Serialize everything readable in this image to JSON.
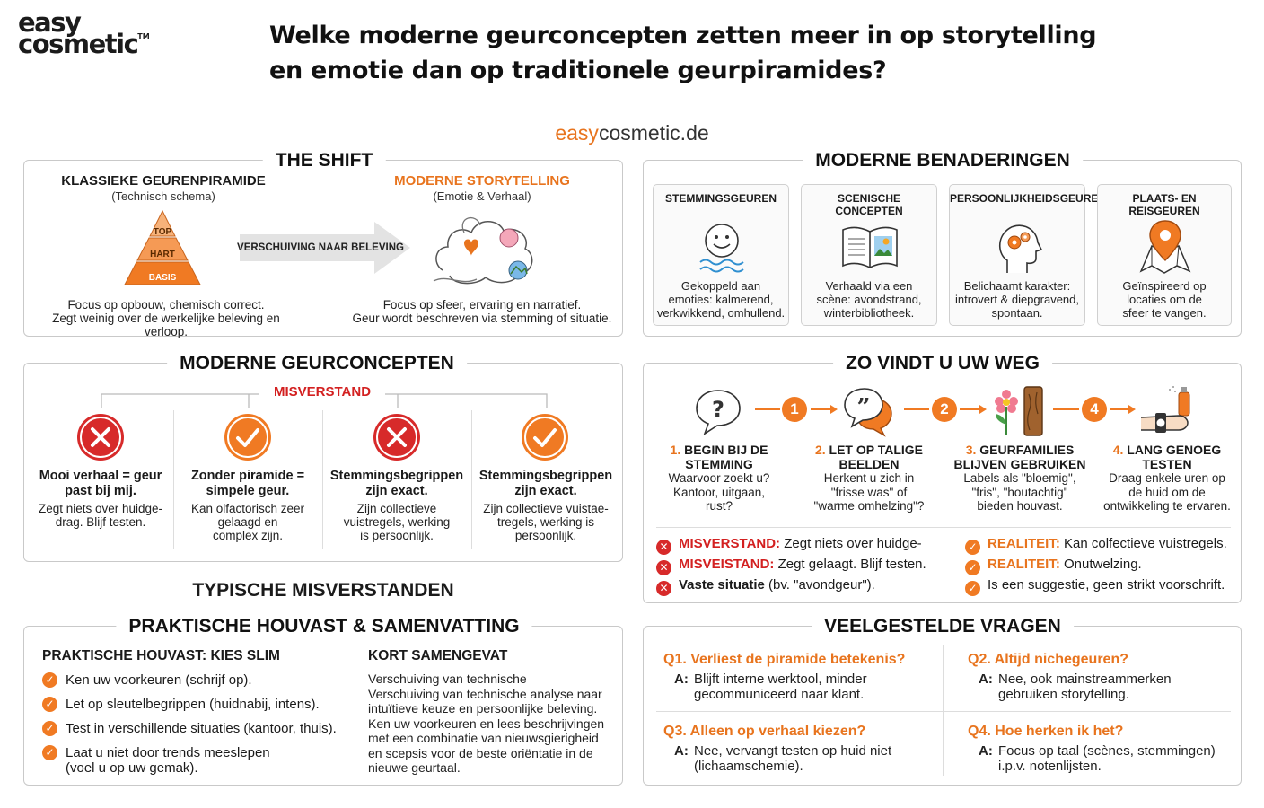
{
  "logo": {
    "line1": "easy",
    "line2": "cosmetic",
    "tm": "TM"
  },
  "title_line1": "Welke moderne geurconcepten zetten meer in op storytelling",
  "title_line2": "en emotie dan op traditionele geurpiramides?",
  "site": {
    "part1": "easy",
    "part2": "cosmetic.de"
  },
  "colors": {
    "accent": "#f07a23",
    "error": "#d72a2a",
    "border": "#c9c9c9"
  },
  "shift": {
    "title": "THE SHIFT",
    "left_head": "KLASSIEKE GEURENPIRAMIDE",
    "left_sub": "(Technisch schema)",
    "pyr_top": "TOP",
    "pyr_mid": "HART",
    "pyr_base": "BASIS",
    "arrow": "VERSCHUIVING NAAR BELEVING",
    "right_head": "MODERNE STORYTELLING",
    "right_sub": "(Emotie & Verhaal)",
    "left_txt1": "Focus op opbouw, chemisch correct.",
    "left_txt2": "Zegt weinig over de werkelijke beleving en verloop.",
    "right_txt1": "Focus op sfeer, ervaring en narratief.",
    "right_txt2": "Geur wordt beschreven via stemming of situatie."
  },
  "approaches": {
    "title": "MODERNE BENADERINGEN",
    "cards": [
      {
        "h1": "STEMMINGSGEUREN",
        "h2": "",
        "t1": "Gekoppeld aan",
        "t2": "emoties: kalmerend,",
        "t3": "verkwikkend, omhullend.",
        "icon": "smiley-waves-icon"
      },
      {
        "h1": "SCENISCHE",
        "h2": "CONCEPTEN",
        "t1": "Verhaald via een",
        "t2": "scène: avondstrand,",
        "t3": "winterbibliotheek.",
        "icon": "open-book-icon"
      },
      {
        "h1": "PERSOONLIJKHEIDSGEUREN",
        "h2": "",
        "t1": "Belichaamt karakter:",
        "t2": "introvert & diepgravend,",
        "t3": "spontaan.",
        "icon": "head-gears-icon"
      },
      {
        "h1": "PLAATS- EN",
        "h2": "REISGEUREN",
        "t1": "Geïnspireerd op",
        "t2": "locaties om de",
        "t3": "sfeer te vangen.",
        "icon": "map-pin-icon"
      }
    ]
  },
  "concepts": {
    "title": "MODERNE GEURCONCEPTEN",
    "mis": "MISVERSTAND",
    "items": [
      {
        "kind": "x",
        "h1": "Mooi verhaal = geur",
        "h2": "past bij mij.",
        "t1": "Zegt niets over huidge-",
        "t2": "drag. Blijf testen.",
        "t3": ""
      },
      {
        "kind": "check",
        "h1": "Zonder piramide =",
        "h2": "simpele geur.",
        "t1": "Kan olfactorisch zeer",
        "t2": "gelaagd en",
        "t3": "complex zijn."
      },
      {
        "kind": "x",
        "h1": "Stemmingsbegrippen",
        "h2": "zijn exact.",
        "t1": "Zijn collectieve",
        "t2": "vuistregels, werking",
        "t3": "is persoonlijk."
      },
      {
        "kind": "check",
        "h1": "Stemmingsbegrippen",
        "h2": "zijn exact.",
        "t1": "Zijn collectieve vuistae-",
        "t2": "tregels, werking is",
        "t3": "persoonlijk."
      }
    ],
    "typical": "TYPISCHE MISVERSTANDEN"
  },
  "way": {
    "title": "ZO VINDT U UW WEG",
    "nums": [
      "1",
      "2",
      "4"
    ],
    "steps": [
      {
        "n": "1.",
        "h1": "BEGIN BIJ DE",
        "h2": "STEMMING",
        "t1": "Waarvoor zoekt u?",
        "t2": "Kantoor, uitgaan,",
        "t3": "rust?"
      },
      {
        "n": "2.",
        "h1": "LET OP TALIGE",
        "h2": "BEELDEN",
        "t1": "Herkent u zich in",
        "t2": "\"frisse was\" of",
        "t3": "\"warme omhelzing\"?"
      },
      {
        "n": "3.",
        "h1": "GEURFAMILIES",
        "h2": "BLIJVEN GEBRUIKEN",
        "t1": "Labels als \"bloemig\",",
        "t2": "\"fris\", \"houtachtig\"",
        "t3": "bieden houvast."
      },
      {
        "n": "4.",
        "h1": "LANG GENOEG",
        "h2": "TESTEN",
        "t1": "Draag enkele uren op",
        "t2": "de huid om de",
        "t3": "ontwikkeling te ervaren."
      }
    ],
    "left_rows": [
      {
        "label": "MISVERSTAND:",
        "text": " Zegt niets over huidge-"
      },
      {
        "label": "MISVEISTAND:",
        "text": " Zegt gelaagt. Blijf testen."
      },
      {
        "label": "",
        "text": "Vaste situatie",
        "rest": " (bv. \"avondgeur\")."
      }
    ],
    "right_rows": [
      {
        "label": "REALITEIT:",
        "text": " Kan colfectieve vuistregels."
      },
      {
        "label": "REALITEIT:",
        "text": " Onutwelzing."
      },
      {
        "label": "",
        "text": "Is een suggestie, geen strikt voorschrift."
      }
    ]
  },
  "practical": {
    "title": "PRAKTISCHE HOUVAST & SAMENVATTING",
    "left_head": "PRAKTISCHE HOUVAST: KIES SLIM",
    "items": [
      "Ken uw voorkeuren (schrijf op).",
      "Let op sleutelbegrippen (huidnabij, intens).",
      "Test in verschillende situaties (kantoor, thuis).",
      "Laat u niet door trends meeslepen",
      "(voel u op uw gemak)."
    ],
    "right_head": "KORT SAMENGEVAT",
    "sum": [
      "Verschuiving van technische",
      "Verschuiving van technische analyse naar",
      "intuïtieve keuze en persoonlijke beleving.",
      "Ken uw voorkeuren en lees beschrijvingen",
      "met een combinatie van nieuwsgierigheid",
      "en scepsis voor de beste oriëntatie in de",
      "nieuwe geurtaal."
    ]
  },
  "faq": {
    "title": "VEELGESTELDE VRAGEN",
    "a_label": "A:",
    "items": [
      {
        "q": "Q1.  Verliest de piramide betekenis?",
        "a1": "Blijft interne werktool, minder",
        "a2": "gecommuniceerd naar klant."
      },
      {
        "q": "Q2.  Altijd nichegeuren?",
        "a1": "Nee, ook mainstreammerken",
        "a2": "gebruiken storytelling."
      },
      {
        "q": "Q3.  Alleen op verhaal kiezen?",
        "a1": "Nee, vervangt testen op huid niet",
        "a2": "(lichaamschemie)."
      },
      {
        "q": "Q4.  Hoe herken ik het?",
        "a1": "Focus op taal (scènes, stemmingen)",
        "a2": "i.p.v. notenlijsten."
      }
    ]
  }
}
